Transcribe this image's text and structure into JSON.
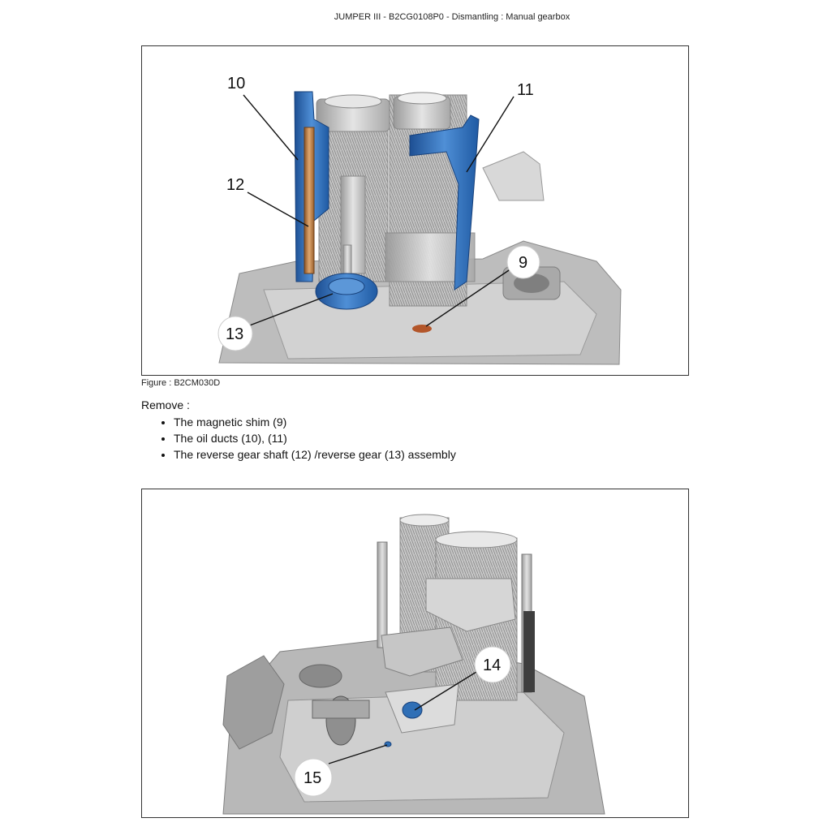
{
  "header": {
    "title": "JUMPER III - B2CG0108P0 - Dismantling : Manual gearbox"
  },
  "figure1": {
    "caption": "Figure : B2CM030D",
    "callouts": [
      "10",
      "11",
      "12",
      "9",
      "13"
    ]
  },
  "instructions": {
    "intro": "Remove :",
    "items": [
      "The magnetic shim (9)",
      "The oil ducts (10), (11)",
      "The reverse gear shaft (12) /reverse gear (13) assembly"
    ]
  },
  "figure2": {
    "callouts": [
      "14",
      "15"
    ]
  },
  "colors": {
    "highlight_blue": "#2f6fb6",
    "copper": "#c7874a",
    "metal_gray": "#c8c8c8",
    "border": "#333333"
  }
}
